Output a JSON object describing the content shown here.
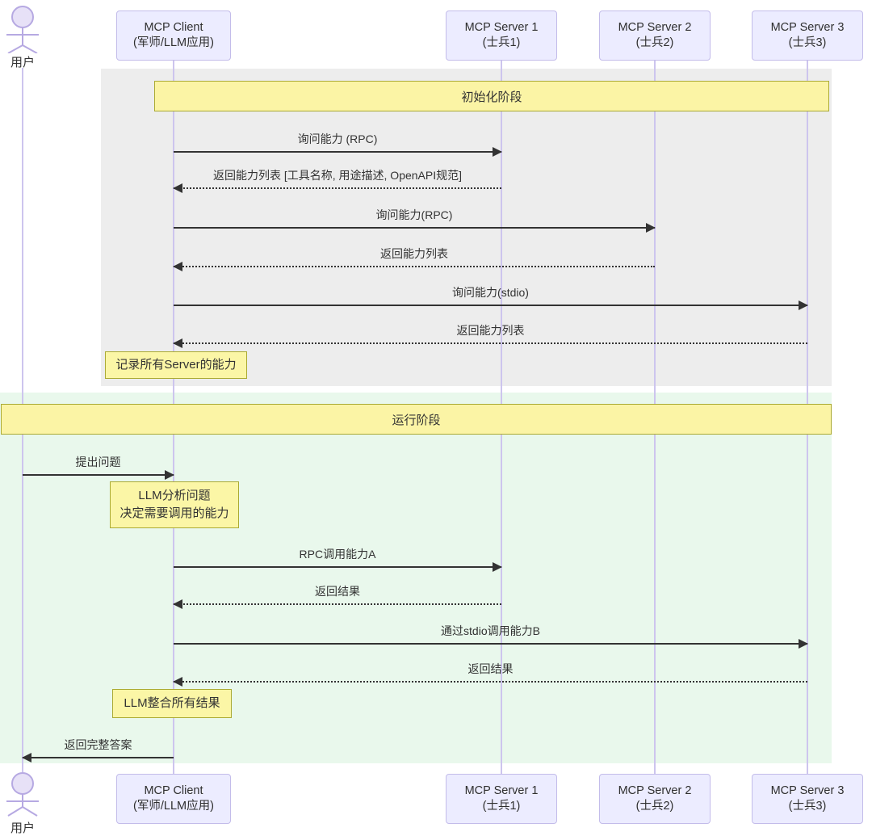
{
  "diagram": {
    "type": "sequence-diagram",
    "actor": {
      "label": "用户"
    },
    "participants": [
      {
        "id": "client",
        "name": "MCP Client",
        "subtitle": "(军师/LLM应用)"
      },
      {
        "id": "server1",
        "name": "MCP Server 1",
        "subtitle": "(士兵1)"
      },
      {
        "id": "server2",
        "name": "MCP Server 2",
        "subtitle": "(士兵2)"
      },
      {
        "id": "server3",
        "name": "MCP Server 3",
        "subtitle": "(士兵3)"
      }
    ],
    "phases": [
      {
        "label": "初始化阶段",
        "background": "#ededed"
      },
      {
        "label": "运行阶段",
        "background": "#e9f8ec"
      }
    ],
    "notes": [
      {
        "lines": [
          "记录所有Server的能力"
        ]
      },
      {
        "lines": [
          "LLM分析问题",
          "决定需要调用的能力"
        ]
      },
      {
        "lines": [
          "LLM整合所有结果"
        ]
      }
    ],
    "messages": [
      {
        "label": "询问能力 (RPC)",
        "type": "solid",
        "from": "client",
        "to": "server1"
      },
      {
        "label": "返回能力列表 [工具名称, 用途描述, OpenAPI规范]",
        "type": "dotted",
        "from": "server1",
        "to": "client"
      },
      {
        "label": "询问能力(RPC)",
        "type": "solid",
        "from": "client",
        "to": "server2"
      },
      {
        "label": "返回能力列表",
        "type": "dotted",
        "from": "server2",
        "to": "client"
      },
      {
        "label": "询问能力(stdio)",
        "type": "solid",
        "from": "client",
        "to": "server3"
      },
      {
        "label": "返回能力列表",
        "type": "dotted",
        "from": "server3",
        "to": "client"
      },
      {
        "label": "提出问题",
        "type": "solid",
        "from": "user",
        "to": "client"
      },
      {
        "label": "RPC调用能力A",
        "type": "solid",
        "from": "client",
        "to": "server1"
      },
      {
        "label": "返回结果",
        "type": "dotted",
        "from": "server1",
        "to": "client"
      },
      {
        "label": "通过stdio调用能力B",
        "type": "solid",
        "from": "client",
        "to": "server3"
      },
      {
        "label": "返回结果",
        "type": "dotted",
        "from": "server3",
        "to": "client"
      },
      {
        "label": "返回完整答案",
        "type": "solid",
        "from": "client",
        "to": "user"
      }
    ],
    "colors": {
      "participant_fill": "#ececff",
      "participant_border": "#c3bcea",
      "banner_fill": "#fbf4a5",
      "banner_border": "#aaaa33",
      "note_fill": "#fbf6a6",
      "note_border": "#aaaa33",
      "lifeline": "#cdc5ee",
      "arrow": "#333333",
      "phase_init_bg": "#ededed",
      "phase_run_bg": "#e9f8ec",
      "actor_stroke": "#b6a9e2",
      "actor_fill": "#e7e1f7",
      "text": "#333333"
    }
  }
}
